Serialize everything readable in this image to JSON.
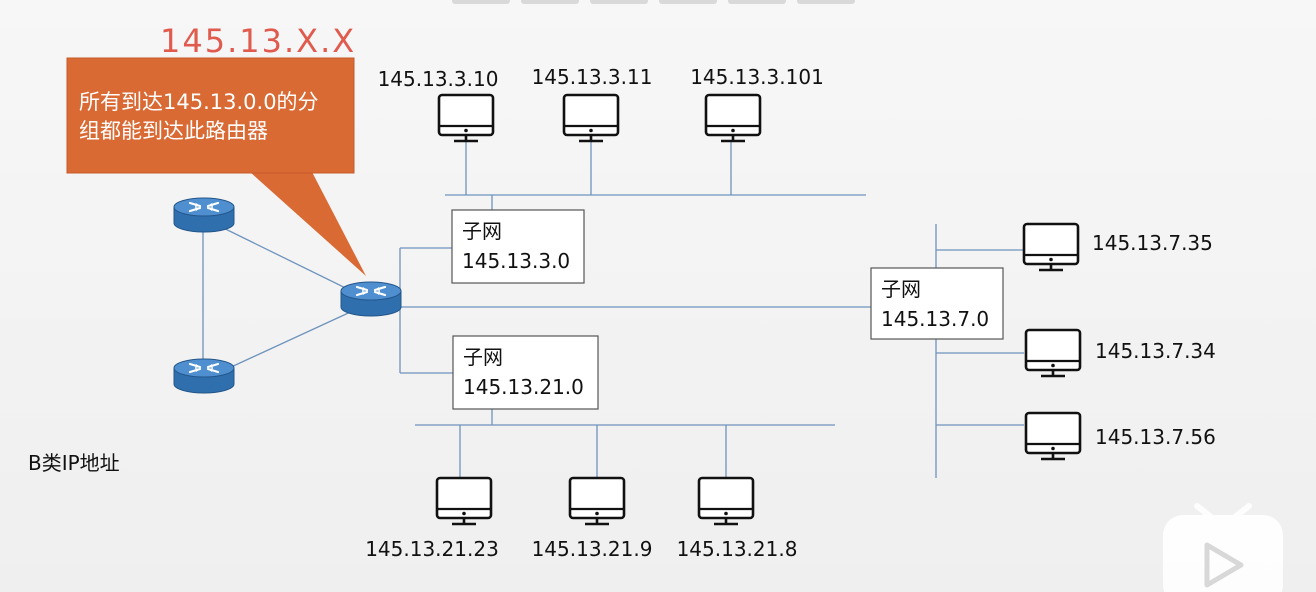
{
  "handwritten_note": "145.13.X.X",
  "callout": {
    "line1": "所有到达145.13.0.0的分",
    "line2": "组都能到达此路由器"
  },
  "class_label": "B类IP地址",
  "subnets": [
    {
      "title": "子网",
      "address": "145.13.3.0"
    },
    {
      "title": "子网",
      "address": "145.13.21.0"
    },
    {
      "title": "子网",
      "address": "145.13.7.0"
    }
  ],
  "hosts_top": [
    "145.13.3.10",
    "145.13.3.11",
    "145.13.3.101"
  ],
  "hosts_bottom": [
    "145.13.21.23",
    "145.13.21.9",
    "145.13.21.8"
  ],
  "hosts_right": [
    "145.13.7.35",
    "145.13.7.34",
    "145.13.7.56"
  ],
  "colors": {
    "callout": "#d96a34",
    "router": "#3f7fbf",
    "link": "#6f93bd",
    "handwriting": "#e05a4e"
  }
}
